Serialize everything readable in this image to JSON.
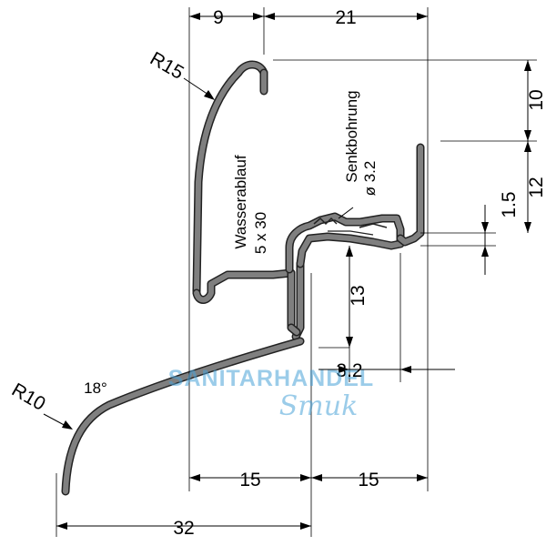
{
  "dimensions": {
    "top_left_width": "9",
    "top_right_width": "21",
    "right_upper_height": "10",
    "right_middle_height": "12",
    "right_small_height": "1.5",
    "center_height": "13",
    "center_offset": "3.2",
    "bottom_left_width": "15",
    "bottom_right_width": "15",
    "overall_width": "32"
  },
  "labels": {
    "radius_top": "R15",
    "radius_bottom": "R10",
    "angle": "18°",
    "drain_title": "Wasserablauf",
    "drain_size": "5 x 30",
    "hole_title": "Senkbohrung",
    "hole_size": "ø 3.2"
  },
  "watermark": {
    "line1": "SANITARHANDEL",
    "line2": "Smuk"
  },
  "colors": {
    "profile_fill": "#7f7f7f",
    "watermark": "#4aa3d8"
  }
}
